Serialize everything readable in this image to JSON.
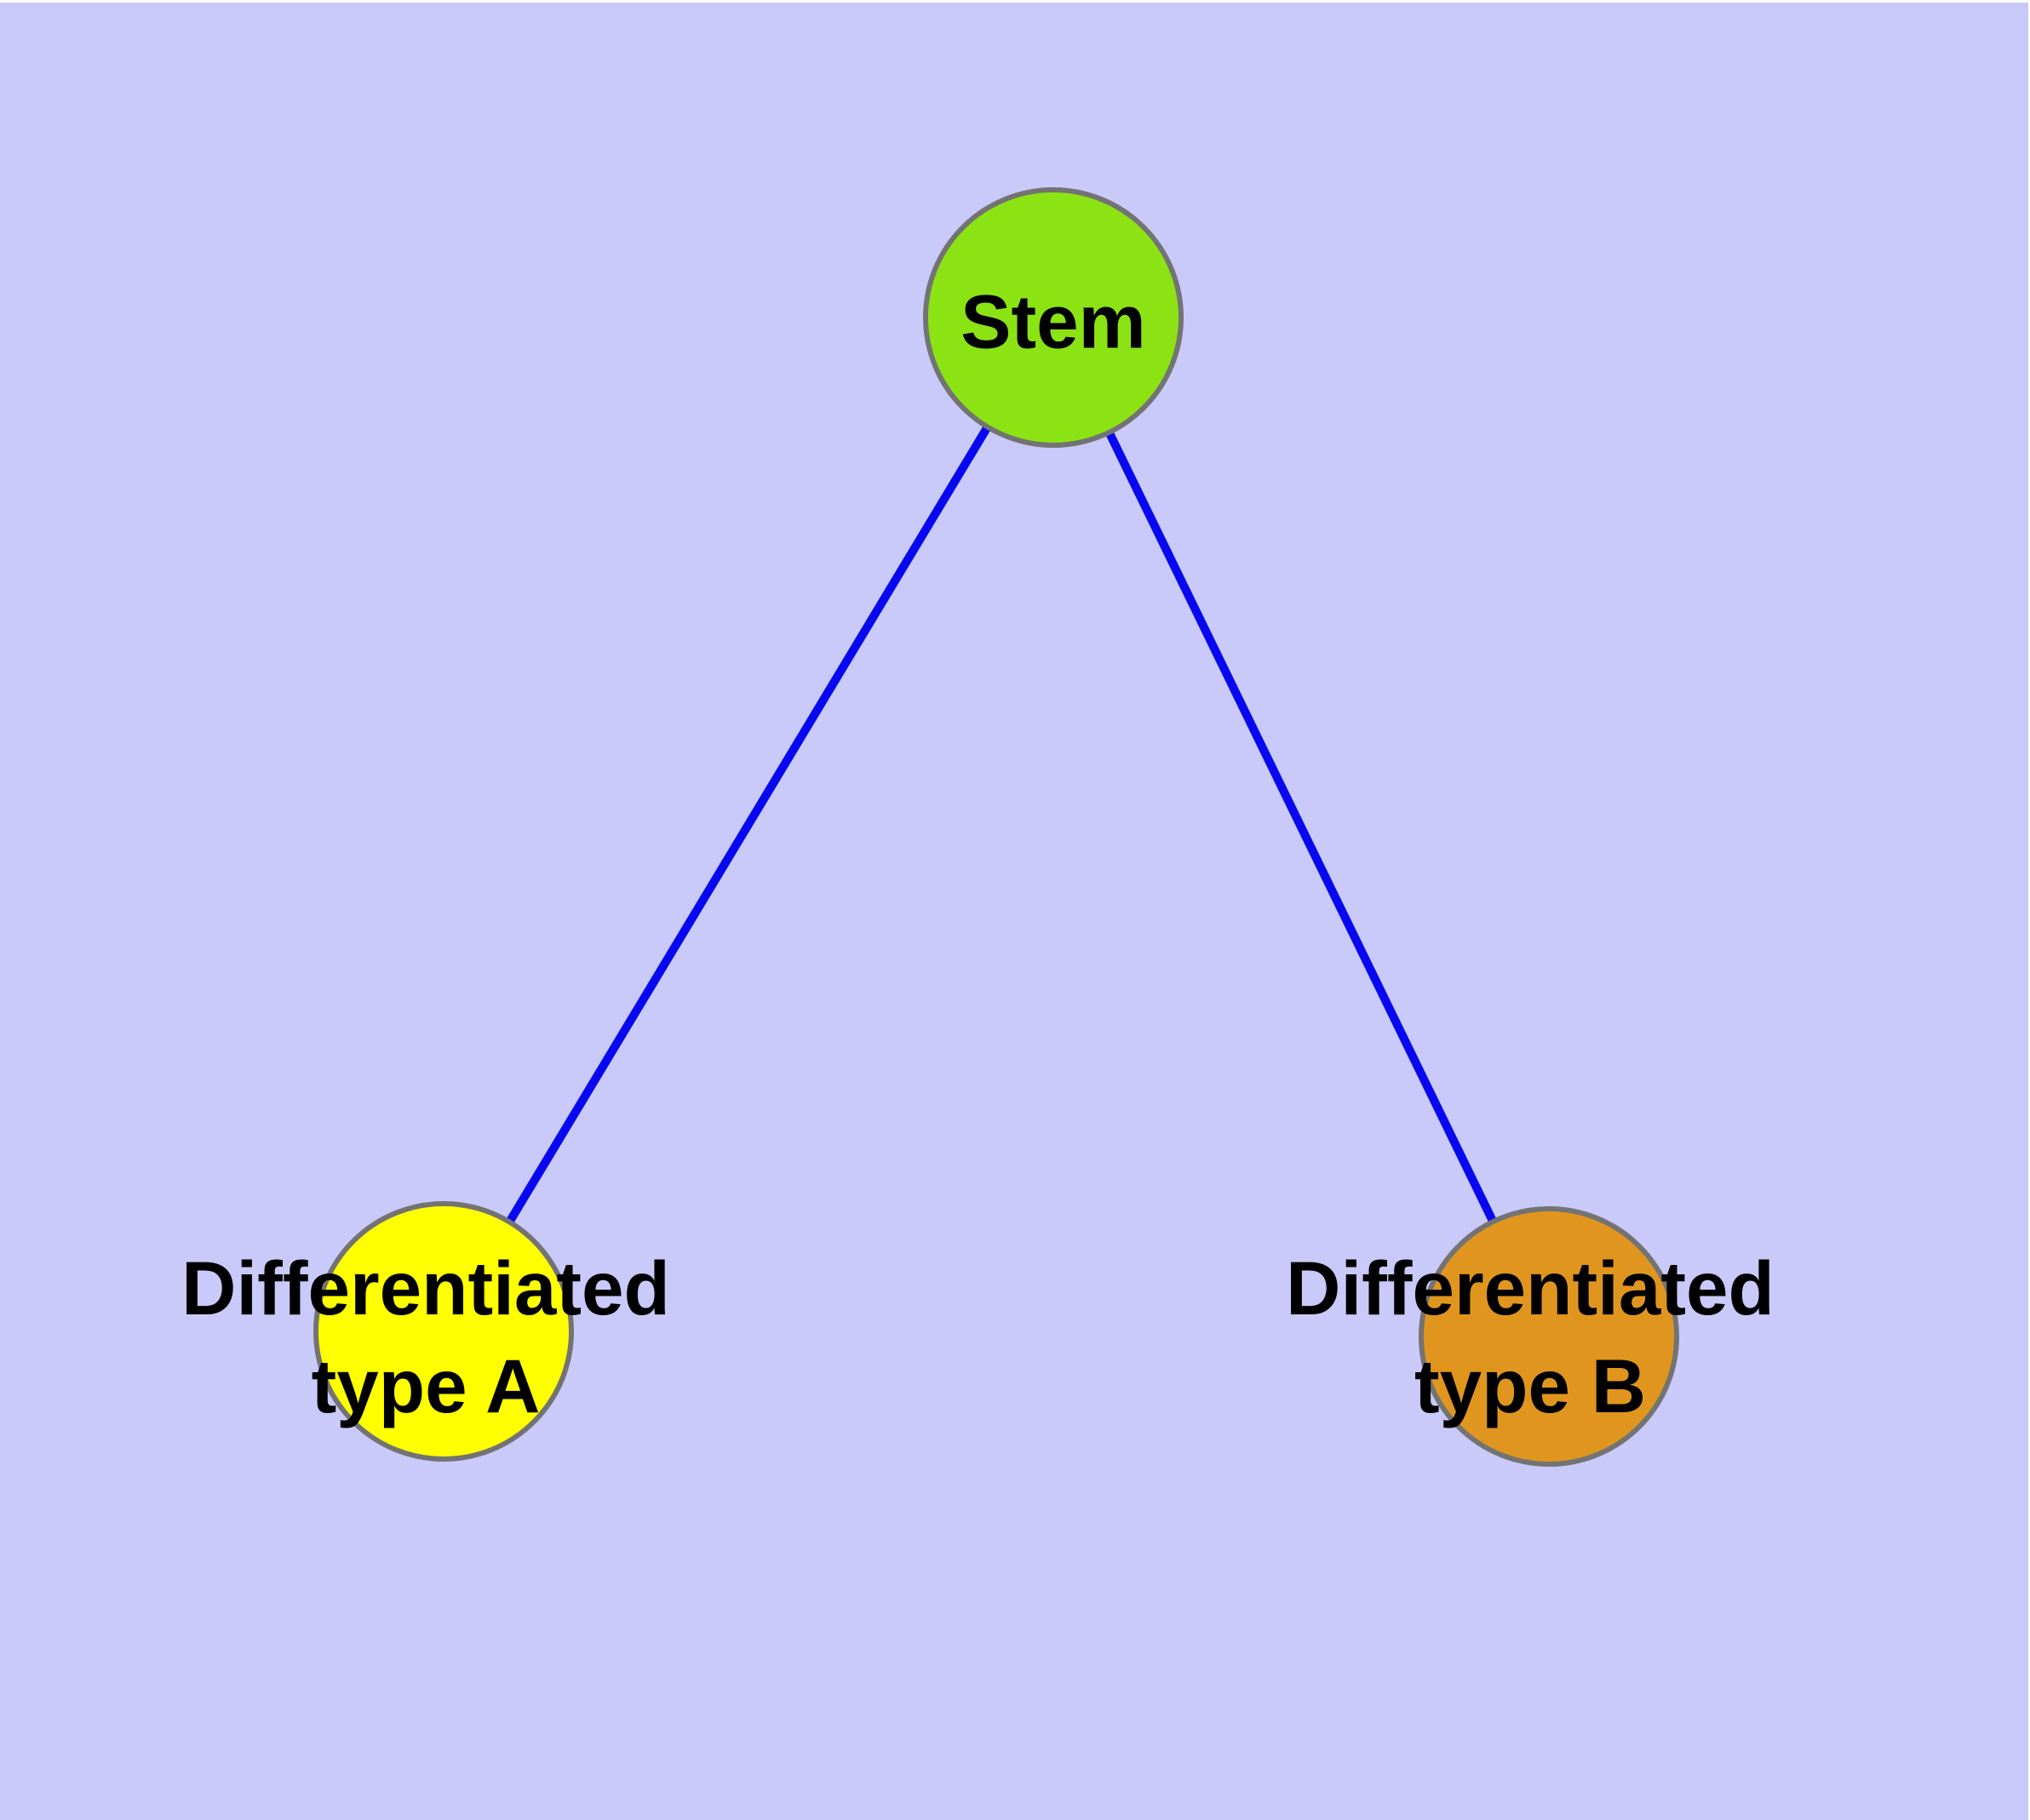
{
  "diagram": {
    "type": "node-link-graph",
    "background_color": "#c9c9fa",
    "page_color": "#ffffff",
    "nodes": [
      {
        "id": "stem",
        "label": "Stem",
        "fill_color": "#8ce314",
        "border_color": "#737373",
        "text_color": "#000000",
        "shape": "circle"
      },
      {
        "id": "differentiated-type-a",
        "label": "Differentiated\ntype A",
        "fill_color": "#ffff00",
        "border_color": "#737373",
        "text_color": "#000000",
        "shape": "circle"
      },
      {
        "id": "differentiated-type-b",
        "label": "Differentiated\ntype B",
        "fill_color": "#e0961e",
        "border_color": "#737373",
        "text_color": "#000000",
        "shape": "circle"
      }
    ],
    "edges": [
      {
        "from": "stem",
        "to": "differentiated-type-a",
        "color": "#0808f0",
        "style": "solid"
      },
      {
        "from": "stem",
        "to": "differentiated-type-b",
        "color": "#0808f0",
        "style": "solid"
      }
    ]
  }
}
